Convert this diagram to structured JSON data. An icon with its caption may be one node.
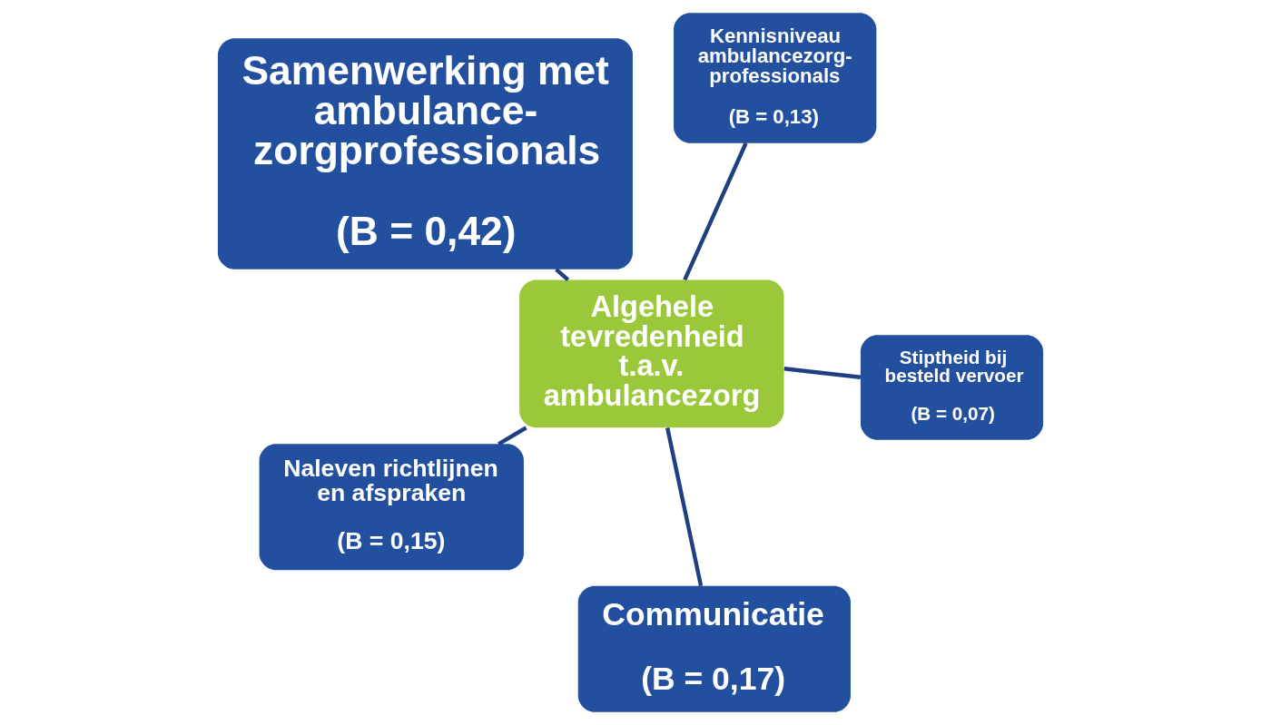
{
  "diagram": {
    "nodes": [
      {
        "text": [
          "Samenwerking met ambulance- zorgprofessionals",
          "(B = 0,42)"
        ]
      },
      {
        "text": [
          "Stiptheid bij besteld vervoer",
          "(B = 0,07)"
        ]
      },
      {
        "text": [
          "Communicatie",
          "(B = 0,17)"
        ]
      },
      {
        "text": [
          "Algehele tevredenheid t.a.v. ambulancezorg"
        ]
      },
      {
        "text": [
          "Kennisniveau ambulancezorg- professionals",
          "(B = 0,13)"
        ]
      },
      {
        "text": [
          "Naleven richtlijnen en afspraken",
          "(B = 0,15)"
        ]
      }
    ],
    "edges": [
      {
        "from": 3,
        "to": 0,
        "arrow": "none"
      },
      {
        "from": 3,
        "to": 1,
        "arrow": "none"
      },
      {
        "from": 3,
        "to": 2,
        "arrow": "none"
      },
      {
        "from": 3,
        "to": 4,
        "arrow": "none"
      },
      {
        "from": 3,
        "to": 5,
        "arrow": "none"
      }
    ]
  }
}
